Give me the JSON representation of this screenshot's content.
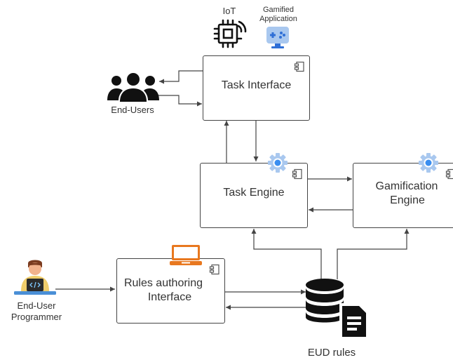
{
  "nodes": {
    "iot": {
      "label": "IoT",
      "icon": "chip-icon"
    },
    "gamified_app": {
      "label_line1": "Gamified",
      "label_line2": "Application",
      "icon": "monitor-gamepad-icon",
      "color": "#2f6fd6"
    },
    "end_users": {
      "label": "End-Users",
      "icon": "users-group-icon"
    },
    "task_interface": {
      "title": "Task Interface",
      "icon": "component-icon"
    },
    "task_engine": {
      "title": "Task Engine",
      "icon": "gear-icon",
      "gear_color": "#3a8ef0"
    },
    "gamification_engine": {
      "title_line1": "Gamification",
      "title_line2": "Engine",
      "icon": "gear-icon",
      "gear_color": "#3a8ef0"
    },
    "rules_authoring": {
      "title_line1": "Rules authoring",
      "title_line2": "Interface",
      "icon": "laptop-icon",
      "laptop_color": "#e8781f"
    },
    "programmer": {
      "label_line1": "End-User",
      "label_line2": "Programmer",
      "icon": "programmer-icon"
    },
    "eud_rules": {
      "label": "EUD rules",
      "icon": "database-document-icon"
    }
  },
  "edges": [
    {
      "from": "task_interface",
      "to": "end_users"
    },
    {
      "from": "end_users",
      "to": "task_interface"
    },
    {
      "from": "task_interface",
      "to": "task_engine"
    },
    {
      "from": "task_engine",
      "to": "task_interface"
    },
    {
      "from": "task_engine",
      "to": "gamification_engine"
    },
    {
      "from": "gamification_engine",
      "to": "task_engine"
    },
    {
      "from": "programmer",
      "to": "rules_authoring"
    },
    {
      "from": "rules_authoring",
      "to": "eud_rules"
    },
    {
      "from": "eud_rules",
      "to": "rules_authoring"
    },
    {
      "from": "eud_rules",
      "to": "task_engine"
    },
    {
      "from": "eud_rules",
      "to": "gamification_engine"
    }
  ]
}
